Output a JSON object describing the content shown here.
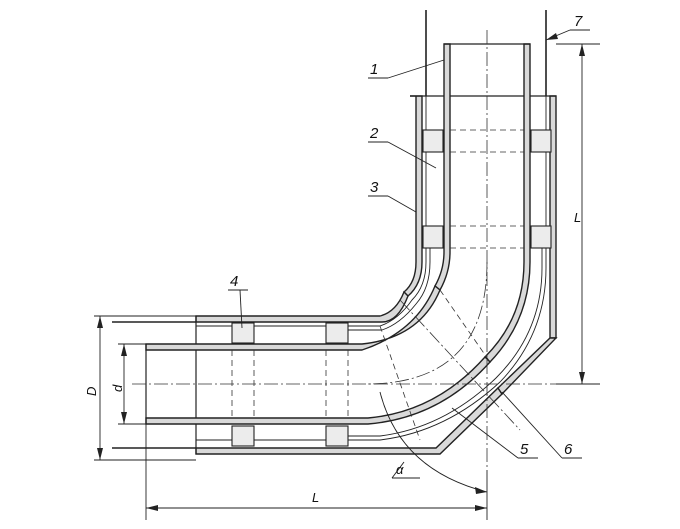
{
  "callouts": [
    {
      "id": "1",
      "text": "1"
    },
    {
      "id": "2",
      "text": "2"
    },
    {
      "id": "3",
      "text": "3"
    },
    {
      "id": "4",
      "text": "4"
    },
    {
      "id": "5",
      "text": "5"
    },
    {
      "id": "6",
      "text": "6"
    },
    {
      "id": "7",
      "text": "7"
    }
  ],
  "dimensions": {
    "outer_diameter": "D",
    "inner_diameter": "d",
    "vertical_length": "L",
    "horizontal_length": "L",
    "angle": "α"
  }
}
